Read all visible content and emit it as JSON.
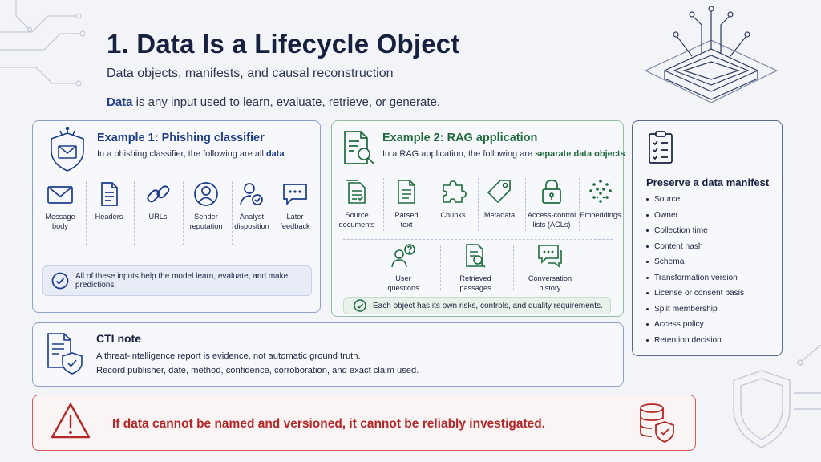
{
  "header": {
    "title": "1. Data Is a Lifecycle Object",
    "subtitle": "Data objects, manifests, and causal reconstruction",
    "definition_term": "Data",
    "definition_rest": " is any input used to learn, evaluate, retrieve, or generate."
  },
  "example1": {
    "title": "Example 1: Phishing classifier",
    "sub_prefix": "In a phishing classifier, the following are all ",
    "sub_highlight": "data",
    "sub_suffix": ":",
    "items": [
      {
        "label1": "Message",
        "label2": "body",
        "icon": "envelope-icon"
      },
      {
        "label1": "Headers",
        "label2": "",
        "icon": "document-icon"
      },
      {
        "label1": "URLs",
        "label2": "",
        "icon": "link-icon"
      },
      {
        "label1": "Sender",
        "label2": "reputation",
        "icon": "user-icon"
      },
      {
        "label1": "Analyst",
        "label2": "disposition",
        "icon": "analyst-check-icon"
      },
      {
        "label1": "Later",
        "label2": "feedback",
        "icon": "chat-icon"
      }
    ],
    "note": "All of these inputs help the model learn, evaluate, and make predictions."
  },
  "example2": {
    "title": "Example 2: RAG application",
    "sub_prefix": "In a RAG application, the following are ",
    "sub_highlight": "separate data objects",
    "sub_suffix": ":",
    "items_top": [
      {
        "label1": "Source",
        "label2": "documents",
        "icon": "source-documents-icon"
      },
      {
        "label1": "Parsed",
        "label2": "text",
        "icon": "parsed-text-icon"
      },
      {
        "label1": "Chunks",
        "label2": "",
        "icon": "puzzle-icon"
      },
      {
        "label1": "Metadata",
        "label2": "",
        "icon": "tag-icon"
      },
      {
        "label1": "Access-control",
        "label2": "lists (ACLs)",
        "icon": "lock-icon"
      },
      {
        "label1": "Embeddings",
        "label2": "",
        "icon": "embeddings-icon"
      }
    ],
    "items_bottom": [
      {
        "label1": "User",
        "label2": "questions",
        "icon": "user-question-icon"
      },
      {
        "label1": "Retrieved",
        "label2": "passages",
        "icon": "retrieved-passages-icon"
      },
      {
        "label1": "Conversation",
        "label2": "history",
        "icon": "conversation-icon"
      }
    ],
    "note": "Each object has its own risks, controls, and quality requirements."
  },
  "manifest": {
    "title": "Preserve a data manifest",
    "items": [
      "Source",
      "Owner",
      "Collection time",
      "Content hash",
      "Schema",
      "Transformation version",
      "License or consent basis",
      "Split membership",
      "Access policy",
      "Retention decision"
    ]
  },
  "cti": {
    "title": "CTI note",
    "line1": "A threat-intelligence report is evidence, not automatic ground truth.",
    "line2": "Record publisher, date, method, confidence, corroboration, and exact claim used."
  },
  "warning": {
    "text": "If data cannot be named and versioned, it cannot be reliably investigated."
  },
  "colors": {
    "navy": "#17203f",
    "blue_accent": "#243f86",
    "green_accent": "#1f6b3d",
    "red_accent": "#b52626"
  }
}
